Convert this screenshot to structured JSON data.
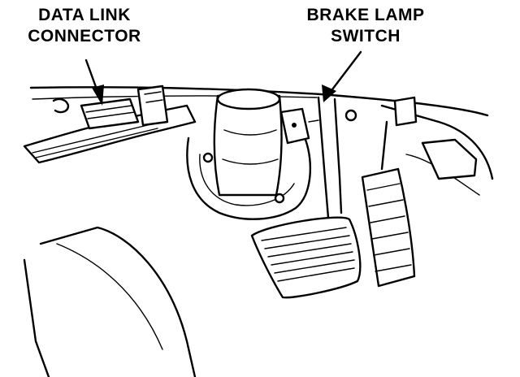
{
  "labels": {
    "data_link_connector": [
      "DATA LINK",
      "CONNECTOR"
    ],
    "brake_lamp_switch": [
      "BRAKE LAMP",
      "SWITCH"
    ]
  },
  "colors": {
    "line": "#000000",
    "background": "#ffffff"
  }
}
